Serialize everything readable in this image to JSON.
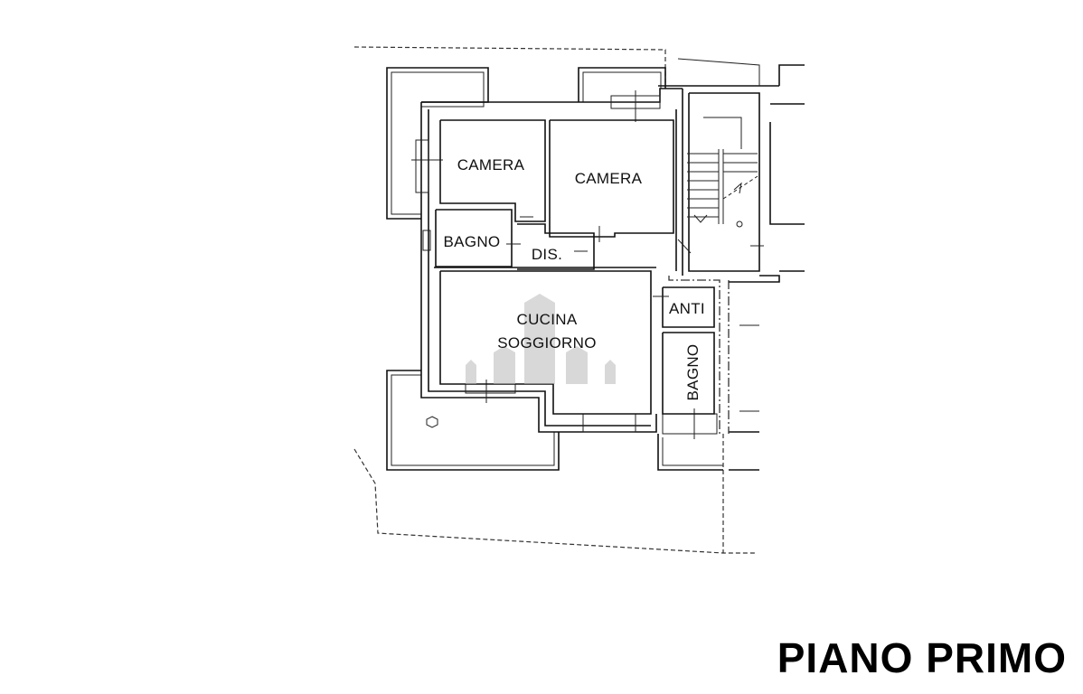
{
  "rooms": {
    "camera_1": "CAMERA",
    "camera_2": "CAMERA",
    "bagno_1": "BAGNO",
    "dis": "DIS.",
    "cucina": "CUCINA",
    "soggiorno": "SOGGIORNO",
    "anti": "ANTI",
    "bagno_2": "BAGNO"
  },
  "floor_title": "PIANO PRIMO",
  "watermark_icon": "buildings-watermark-icon"
}
